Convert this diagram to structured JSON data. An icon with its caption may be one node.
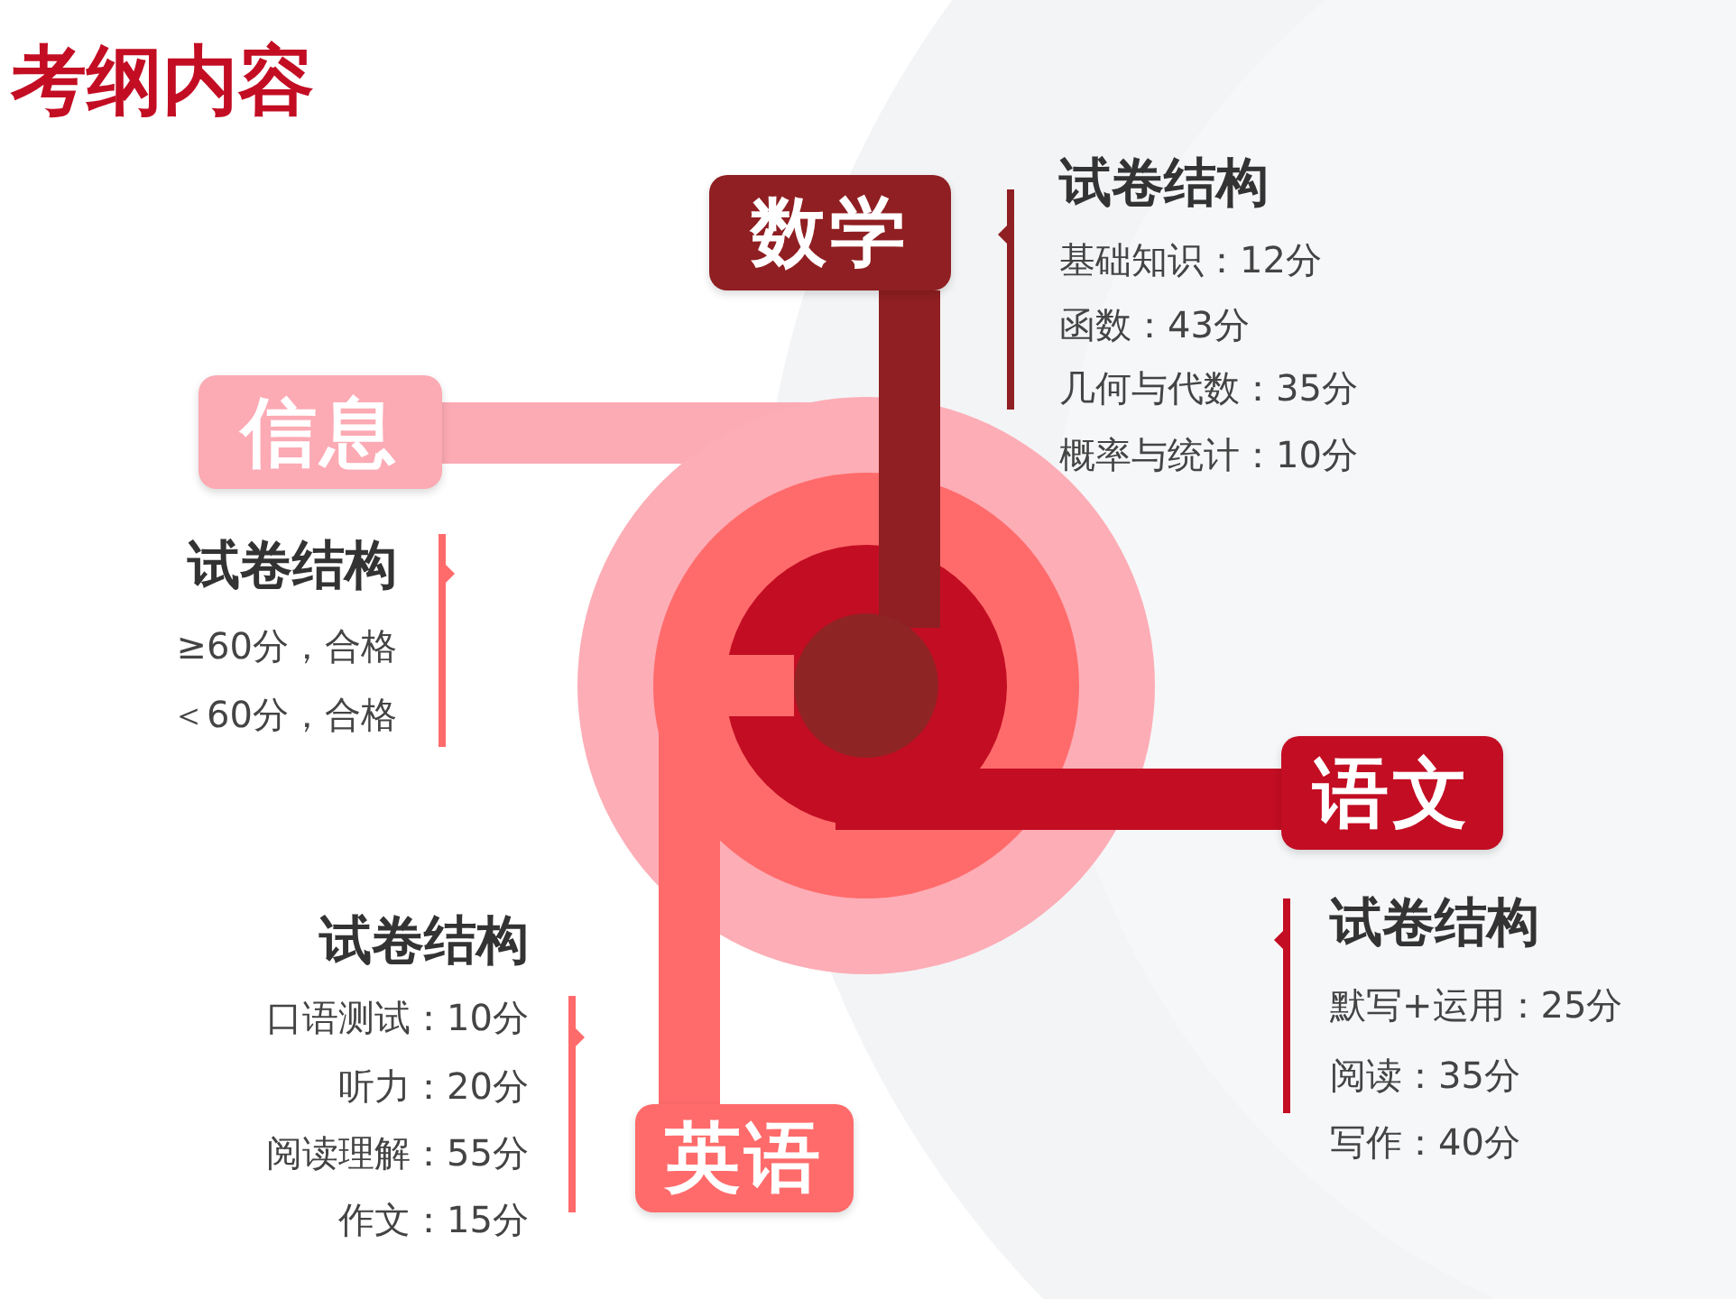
{
  "diagram": {
    "title": "考纲内容",
    "nodes": [
      {
        "text": [
          "数学"
        ],
        "beside": [
          "试卷结构",
          "基础知识：12分",
          "函数：43分",
          "几何与代数：35分",
          "概率与统计：10分"
        ]
      },
      {
        "text": [
          "信息"
        ],
        "beside": [
          "试卷结构",
          "≥60分，合格",
          "＜60分，合格"
        ]
      },
      {
        "text": [],
        "shape": "circle"
      },
      {
        "text": [
          "语文"
        ],
        "beside": [
          "试卷结构",
          "默写+运用：25分",
          "阅读：35分",
          "写作：40分"
        ]
      },
      {
        "text": [
          "英语"
        ],
        "beside": [
          "试卷结构",
          "口语测试：10分",
          "听力：20分",
          "阅读理解：55分",
          "作文：15分"
        ]
      }
    ],
    "edges": [
      {
        "from": 0,
        "to": 2,
        "arrow": "none",
        "color": "#8f1f22"
      },
      {
        "from": 1,
        "to": 2,
        "arrow": "none",
        "color": "#fcaab4"
      },
      {
        "from": 3,
        "to": 2,
        "arrow": "none",
        "color": "#c30d23"
      },
      {
        "from": 4,
        "to": 2,
        "arrow": "none",
        "color": "#ff6b6b"
      }
    ]
  }
}
